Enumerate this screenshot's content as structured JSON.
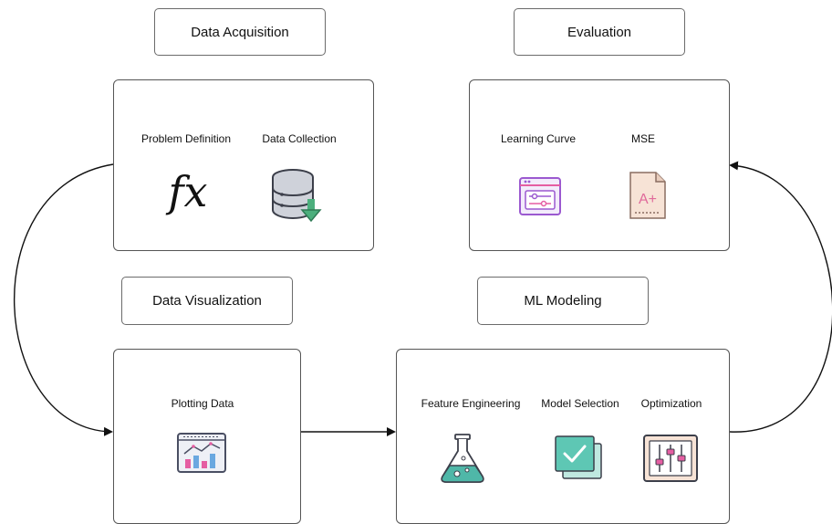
{
  "stages": {
    "acquisition": {
      "title": "Data Acquisition",
      "steps": [
        {
          "label": "Problem Definition",
          "icon": "function-fx-icon"
        },
        {
          "label": "Data Collection",
          "icon": "database-download-icon"
        }
      ]
    },
    "evaluation": {
      "title": "Evaluation",
      "steps": [
        {
          "label": "Learning Curve",
          "icon": "browser-slider-icon"
        },
        {
          "label": "MSE",
          "icon": "grade-a-plus-icon"
        }
      ]
    },
    "visualization": {
      "title": "Data Visualization",
      "steps": [
        {
          "label": "Plotting Data",
          "icon": "chart-dashboard-icon"
        }
      ]
    },
    "modeling": {
      "title": "ML Modeling",
      "steps": [
        {
          "label": "Feature Engineering",
          "icon": "flask-icon"
        },
        {
          "label": "Model Selection",
          "icon": "checkmark-card-icon"
        },
        {
          "label": "Optimization",
          "icon": "slider-controls-icon"
        }
      ]
    }
  },
  "fx_glyph": "fx",
  "grade_glyph": "A+",
  "colors": {
    "stroke": "#111111",
    "border": "#555555",
    "database": "#cfd2da",
    "download": "#4caf7d",
    "purple": "#9b59d0",
    "pink": "#e55ea2",
    "teal": "#5ec7b4",
    "flask_liquid": "#4fb7a8",
    "grade_paper": "#f7e3d6",
    "grade_text": "#e06a9a"
  }
}
